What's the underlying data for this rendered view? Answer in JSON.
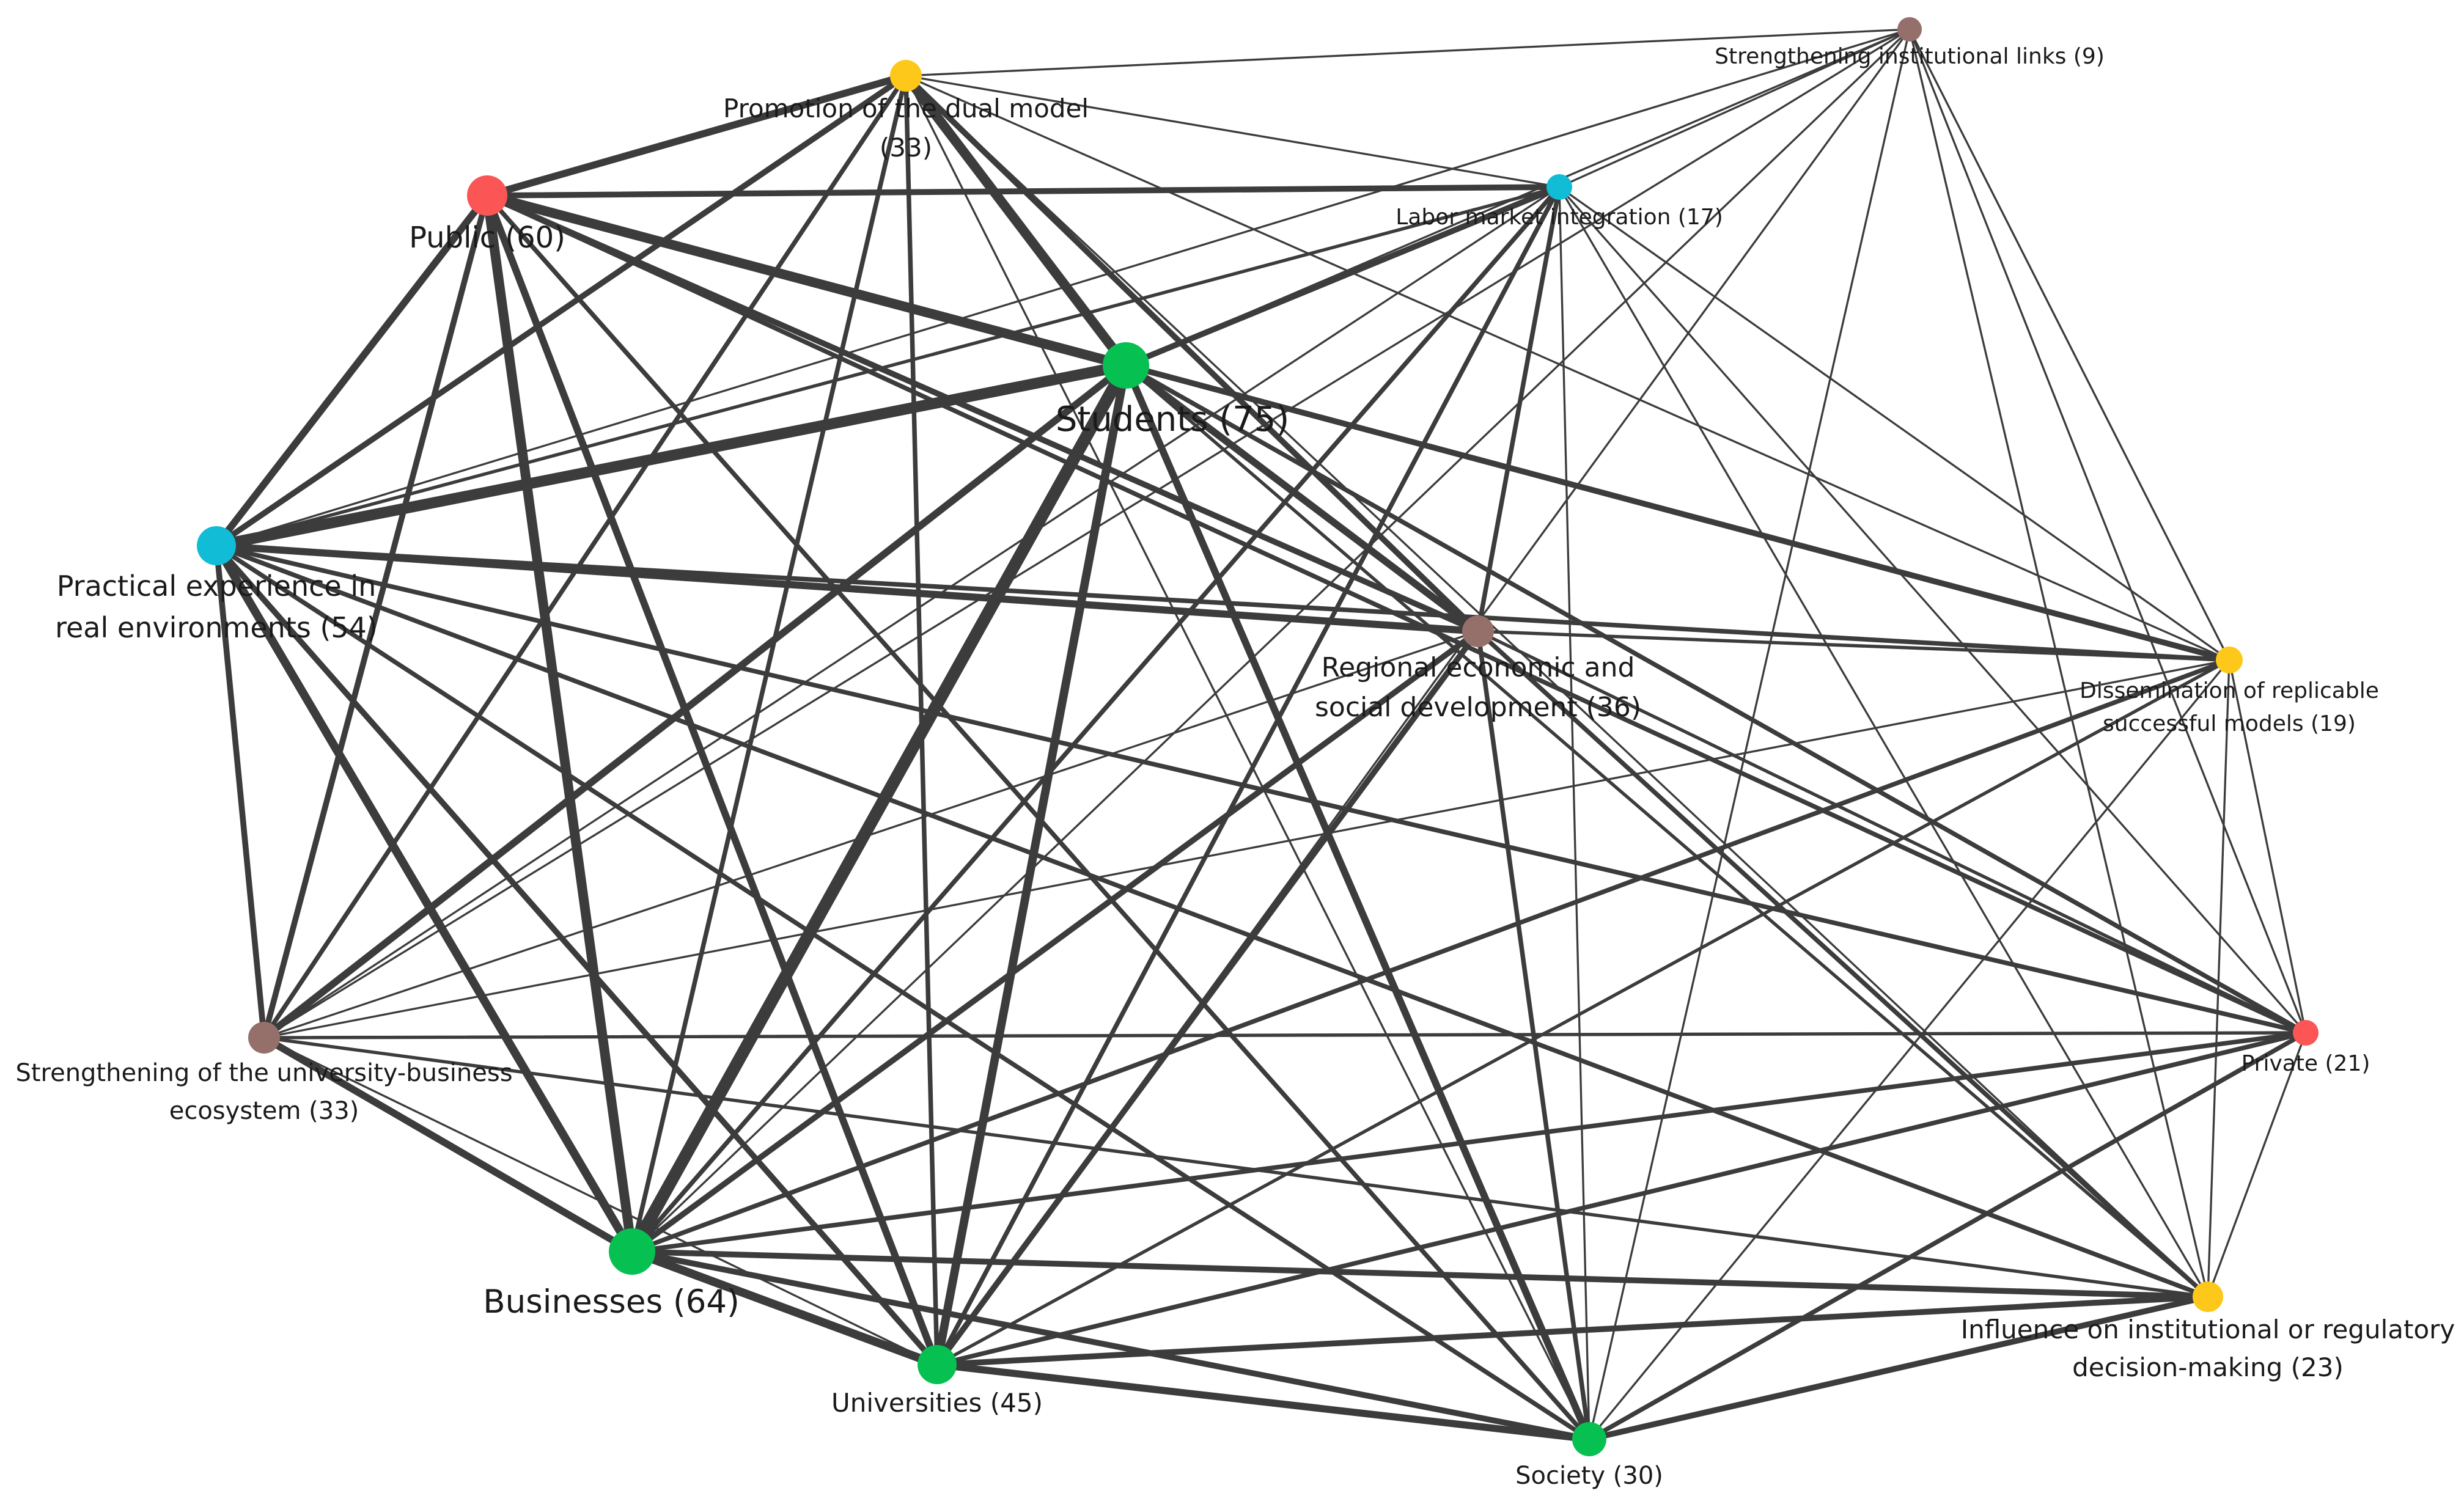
{
  "graph": {
    "colors": {
      "red": "#fb5555",
      "green": "#06c152",
      "cyan": "#11bcd6",
      "yellow": "#fdc81a",
      "brown": "#95706a",
      "edge": "#3c3c3c",
      "label": "#1a1a1a"
    },
    "nodes": [
      {
        "id": "students",
        "label": [
          "Students (75)"
        ],
        "count": 75,
        "color": "green"
      },
      {
        "id": "businesses",
        "label": [
          "Businesses  (64)"
        ],
        "count": 64,
        "color": "green"
      },
      {
        "id": "public",
        "label": [
          "Public (60)"
        ],
        "count": 60,
        "color": "red"
      },
      {
        "id": "practical",
        "label": [
          "Practical experience in",
          "real environments (54)"
        ],
        "count": 54,
        "color": "cyan"
      },
      {
        "id": "universities",
        "label": [
          "Universities (45)"
        ],
        "count": 45,
        "color": "green"
      },
      {
        "id": "regional",
        "label": [
          "Regional economic and",
          "social development (36)"
        ],
        "count": 36,
        "color": "brown"
      },
      {
        "id": "promotion",
        "label": [
          "Promotion of the dual model",
          "(33)"
        ],
        "count": 33,
        "color": "yellow"
      },
      {
        "id": "ecosystem",
        "label": [
          "Strengthening of the university-business",
          "ecosystem (33)"
        ],
        "count": 33,
        "color": "brown"
      },
      {
        "id": "society",
        "label": [
          "Society (30)"
        ],
        "count": 30,
        "color": "green"
      },
      {
        "id": "influence",
        "label": [
          "Influence on institutional or regulatory",
          "decision-making (23)"
        ],
        "count": 23,
        "color": "yellow"
      },
      {
        "id": "private",
        "label": [
          "Private (21)"
        ],
        "count": 21,
        "color": "red"
      },
      {
        "id": "dissemination",
        "label": [
          "Dissemination of replicable",
          "successful models (19)"
        ],
        "count": 19,
        "color": "yellow"
      },
      {
        "id": "labor",
        "label": [
          "Labor market integration (17)"
        ],
        "count": 17,
        "color": "cyan"
      },
      {
        "id": "institutional",
        "label": [
          "Strengthening institutional links (9)"
        ],
        "count": 9,
        "color": "brown"
      }
    ],
    "edges": [
      [
        "public",
        "students",
        7
      ],
      [
        "public",
        "promotion",
        5
      ],
      [
        "public",
        "labor",
        4
      ],
      [
        "public",
        "practical",
        5
      ],
      [
        "public",
        "businesses",
        7
      ],
      [
        "public",
        "universities",
        5
      ],
      [
        "public",
        "regional",
        4
      ],
      [
        "public",
        "ecosystem",
        4
      ],
      [
        "public",
        "society",
        3
      ],
      [
        "public",
        "dissemination",
        3
      ],
      [
        "public",
        "private",
        3
      ],
      [
        "students",
        "promotion",
        7
      ],
      [
        "students",
        "practical",
        8
      ],
      [
        "students",
        "businesses",
        9
      ],
      [
        "students",
        "universities",
        6
      ],
      [
        "students",
        "regional",
        5
      ],
      [
        "students",
        "ecosystem",
        5
      ],
      [
        "students",
        "society",
        5
      ],
      [
        "students",
        "labor",
        4
      ],
      [
        "students",
        "dissemination",
        4
      ],
      [
        "students",
        "private",
        3
      ],
      [
        "students",
        "institutional",
        1
      ],
      [
        "students",
        "influence",
        2
      ],
      [
        "promotion",
        "practical",
        4
      ],
      [
        "promotion",
        "businesses",
        3
      ],
      [
        "promotion",
        "universities",
        3
      ],
      [
        "promotion",
        "regional",
        4
      ],
      [
        "promotion",
        "institutional",
        1
      ],
      [
        "promotion",
        "labor",
        1
      ],
      [
        "promotion",
        "society",
        1
      ],
      [
        "promotion",
        "ecosystem",
        3
      ],
      [
        "promotion",
        "dissemination",
        1
      ],
      [
        "promotion",
        "influence",
        1
      ],
      [
        "practical",
        "regional",
        5
      ],
      [
        "practical",
        "businesses",
        6
      ],
      [
        "practical",
        "universities",
        4
      ],
      [
        "practical",
        "ecosystem",
        4
      ],
      [
        "practical",
        "labor",
        2
      ],
      [
        "practical",
        "dissemination",
        3
      ],
      [
        "practical",
        "private",
        3
      ],
      [
        "practical",
        "influence",
        3
      ],
      [
        "practical",
        "society",
        3
      ],
      [
        "practical",
        "institutional",
        1
      ],
      [
        "businesses",
        "universities",
        6
      ],
      [
        "businesses",
        "society",
        4
      ],
      [
        "businesses",
        "ecosystem",
        5
      ],
      [
        "businesses",
        "regional",
        4
      ],
      [
        "businesses",
        "labor",
        3
      ],
      [
        "businesses",
        "private",
        3
      ],
      [
        "businesses",
        "influence",
        4
      ],
      [
        "businesses",
        "dissemination",
        3
      ],
      [
        "businesses",
        "institutional",
        1
      ],
      [
        "universities",
        "society",
        5
      ],
      [
        "universities",
        "regional",
        4
      ],
      [
        "universities",
        "labor",
        3
      ],
      [
        "universities",
        "influence",
        4
      ],
      [
        "universities",
        "private",
        3
      ],
      [
        "universities",
        "dissemination",
        2
      ],
      [
        "universities",
        "institutional",
        1
      ],
      [
        "universities",
        "ecosystem",
        1
      ],
      [
        "society",
        "regional",
        3
      ],
      [
        "society",
        "influence",
        4
      ],
      [
        "society",
        "private",
        3
      ],
      [
        "society",
        "labor",
        1
      ],
      [
        "society",
        "institutional",
        1
      ],
      [
        "society",
        "dissemination",
        1
      ],
      [
        "ecosystem",
        "private",
        2
      ],
      [
        "ecosystem",
        "labor",
        1
      ],
      [
        "ecosystem",
        "regional",
        1
      ],
      [
        "ecosystem",
        "institutional",
        1
      ],
      [
        "ecosystem",
        "influence",
        2
      ],
      [
        "ecosystem",
        "dissemination",
        1
      ],
      [
        "regional",
        "dissemination",
        2
      ],
      [
        "regional",
        "labor",
        3
      ],
      [
        "regional",
        "influence",
        3
      ],
      [
        "regional",
        "private",
        2
      ],
      [
        "labor",
        "institutional",
        1
      ],
      [
        "labor",
        "dissemination",
        1
      ],
      [
        "labor",
        "private",
        1
      ],
      [
        "labor",
        "influence",
        1
      ],
      [
        "institutional",
        "dissemination",
        1
      ],
      [
        "institutional",
        "private",
        1
      ],
      [
        "institutional",
        "influence",
        1
      ],
      [
        "dissemination",
        "private",
        1
      ],
      [
        "dissemination",
        "influence",
        1
      ],
      [
        "private",
        "influence",
        1
      ]
    ]
  }
}
